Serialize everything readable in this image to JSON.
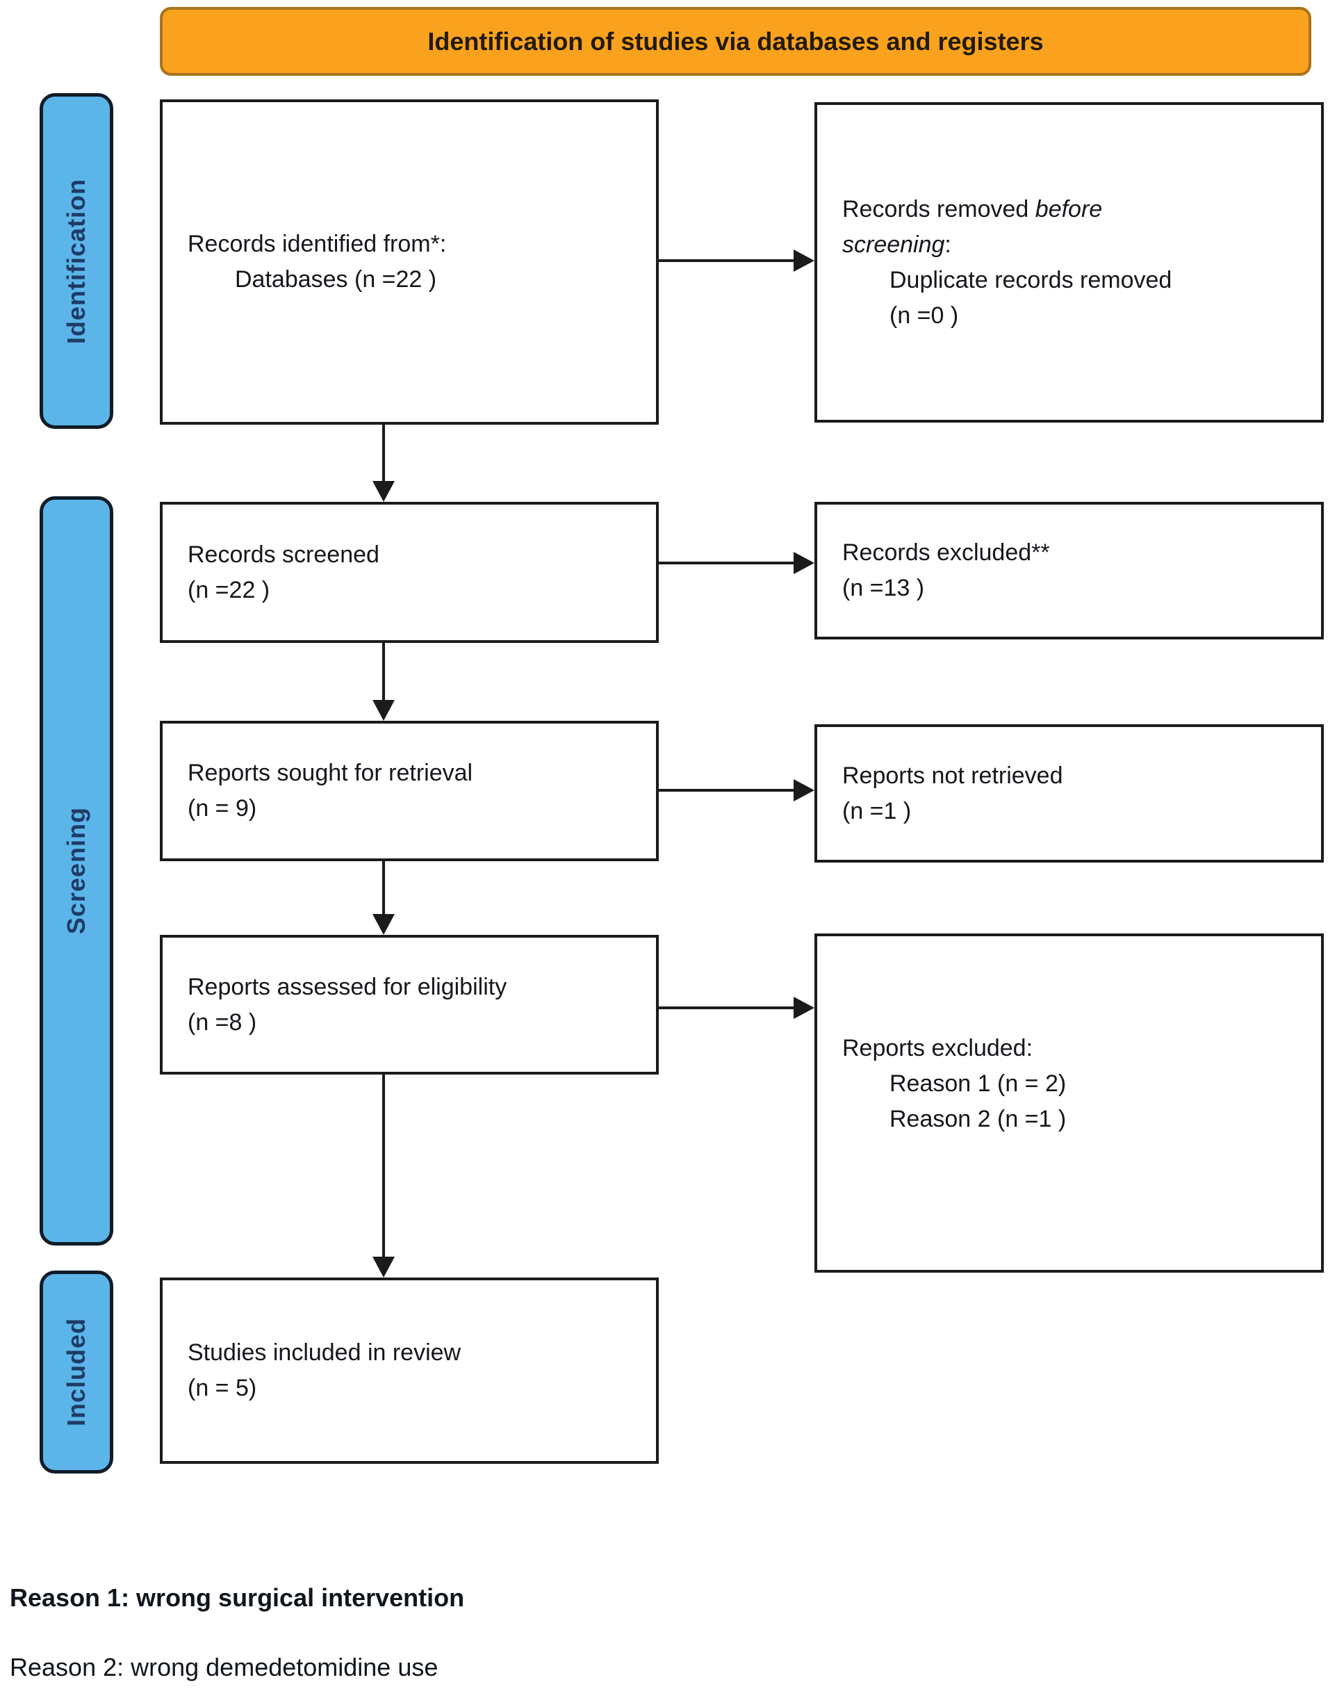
{
  "banner": {
    "title": "Identification of studies via databases and registers"
  },
  "stages": {
    "identification": "Identification",
    "screening": "Screening",
    "included": "Included"
  },
  "boxes": {
    "records_identified": {
      "line1": "Records identified from*:",
      "line2": "Databases (n =22 )"
    },
    "records_removed": {
      "line1a": "Records removed ",
      "line1b": "before",
      "line2a": "screening",
      "line2b": ":",
      "line3": "Duplicate records removed",
      "line4": "(n =0 )"
    },
    "records_screened": {
      "line1": "Records screened",
      "line2": "(n =22 )"
    },
    "records_excluded": {
      "line1": "Records excluded**",
      "line2": "(n =13 )"
    },
    "reports_sought": {
      "line1": "Reports sought for retrieval",
      "line2": "(n = 9)"
    },
    "reports_not_retrieved": {
      "line1": "Reports not retrieved",
      "line2": "(n =1 )"
    },
    "reports_assessed": {
      "line1": "Reports assessed for eligibility",
      "line2": "(n =8 )"
    },
    "reports_excluded": {
      "line1": "Reports excluded:",
      "line2": "Reason 1 (n = 2)",
      "line3": "Reason 2 (n =1 )"
    },
    "studies_included": {
      "line1": "Studies included in review",
      "line2": "(n = 5)"
    }
  },
  "footnotes": {
    "reason1": "Reason 1: wrong surgical intervention",
    "reason2": "Reason 2: wrong demedetomidine use"
  },
  "colors": {
    "banner_fill": "#FAA21D",
    "stage_fill": "#5CB5E9",
    "stage_text": "#1E3B66",
    "box_border": "#1B1B1B"
  }
}
